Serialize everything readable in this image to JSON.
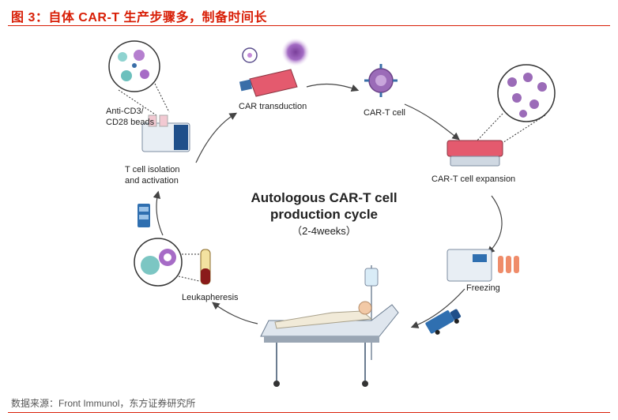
{
  "header": {
    "figure_title": "图 3：自体 CAR-T 生产步骤多，制备时间长"
  },
  "diagram": {
    "center_title_line1": "Autologous CAR-T cell",
    "center_title_line2": "production cycle",
    "center_subtitle": "（2-4weeks）",
    "steps": {
      "car_transduction": "CAR transduction",
      "car_t_cell": "CAR-T cell",
      "car_t_expansion": "CAR-T cell expansion",
      "freezing": "Freezing",
      "leukapheresis": "Leukapheresis",
      "tcell_isolation_line1": "T cell isolation",
      "tcell_isolation_line2": "and activation",
      "beads_line1": "Anti-CD3/",
      "beads_line2": "CD28 beads"
    }
  },
  "footer": {
    "source": "数据来源：Front Immunol，东方证券研究所"
  },
  "colors": {
    "accent_red": "#d81e06",
    "cell_purple": "#8a5aa8",
    "cell_teal": "#5fb4b4",
    "machine_blue": "#2f6fb0",
    "arrow_gray": "#444444"
  }
}
